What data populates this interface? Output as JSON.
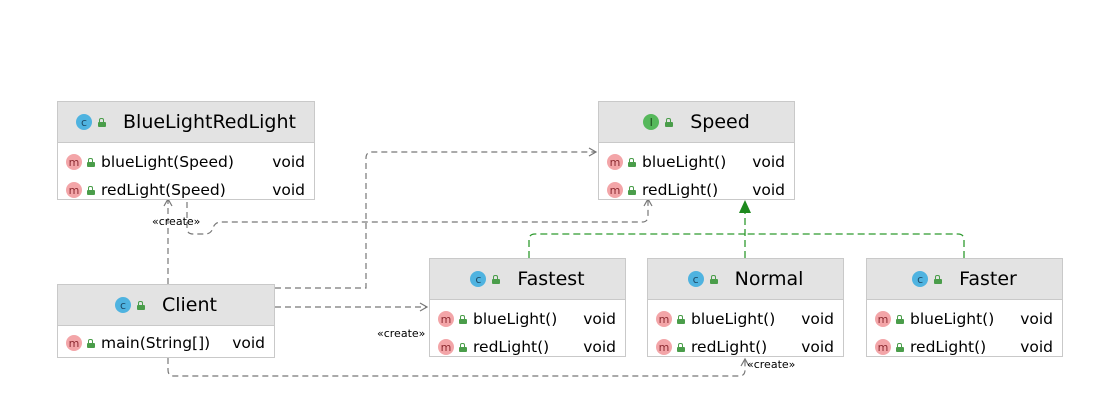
{
  "classes": {
    "bluelightredlight": {
      "kind": "c",
      "name": "BlueLightRedLight",
      "methods": [
        {
          "name": "blueLight(Speed)",
          "type": "void"
        },
        {
          "name": "redLight(Speed)",
          "type": "void"
        }
      ]
    },
    "speed": {
      "kind": "I",
      "name": "Speed",
      "methods": [
        {
          "name": "blueLight()",
          "type": "void"
        },
        {
          "name": "redLight()",
          "type": "void"
        }
      ]
    },
    "client": {
      "kind": "c",
      "name": "Client",
      "methods": [
        {
          "name": "main(String[])",
          "type": "void"
        }
      ]
    },
    "fastest": {
      "kind": "c",
      "name": "Fastest",
      "methods": [
        {
          "name": "blueLight()",
          "type": "void"
        },
        {
          "name": "redLight()",
          "type": "void"
        }
      ]
    },
    "normal": {
      "kind": "c",
      "name": "Normal",
      "methods": [
        {
          "name": "blueLight()",
          "type": "void"
        },
        {
          "name": "redLight()",
          "type": "void"
        }
      ]
    },
    "faster": {
      "kind": "c",
      "name": "Faster",
      "methods": [
        {
          "name": "blueLight()",
          "type": "void"
        },
        {
          "name": "redLight()",
          "type": "void"
        }
      ]
    }
  },
  "method_badge": "m",
  "labels": {
    "create_1": "«create»",
    "create_2": "«create»",
    "create_3": "«create»"
  },
  "colors": {
    "header_bg": "#e3e3e3",
    "border": "#c9c9c9",
    "dependency": "#777777",
    "realization": "#2e9a2e",
    "class_badge": "#4fb3e0",
    "interface_badge": "#56b85b",
    "method_badge": "#f3a5a8"
  }
}
